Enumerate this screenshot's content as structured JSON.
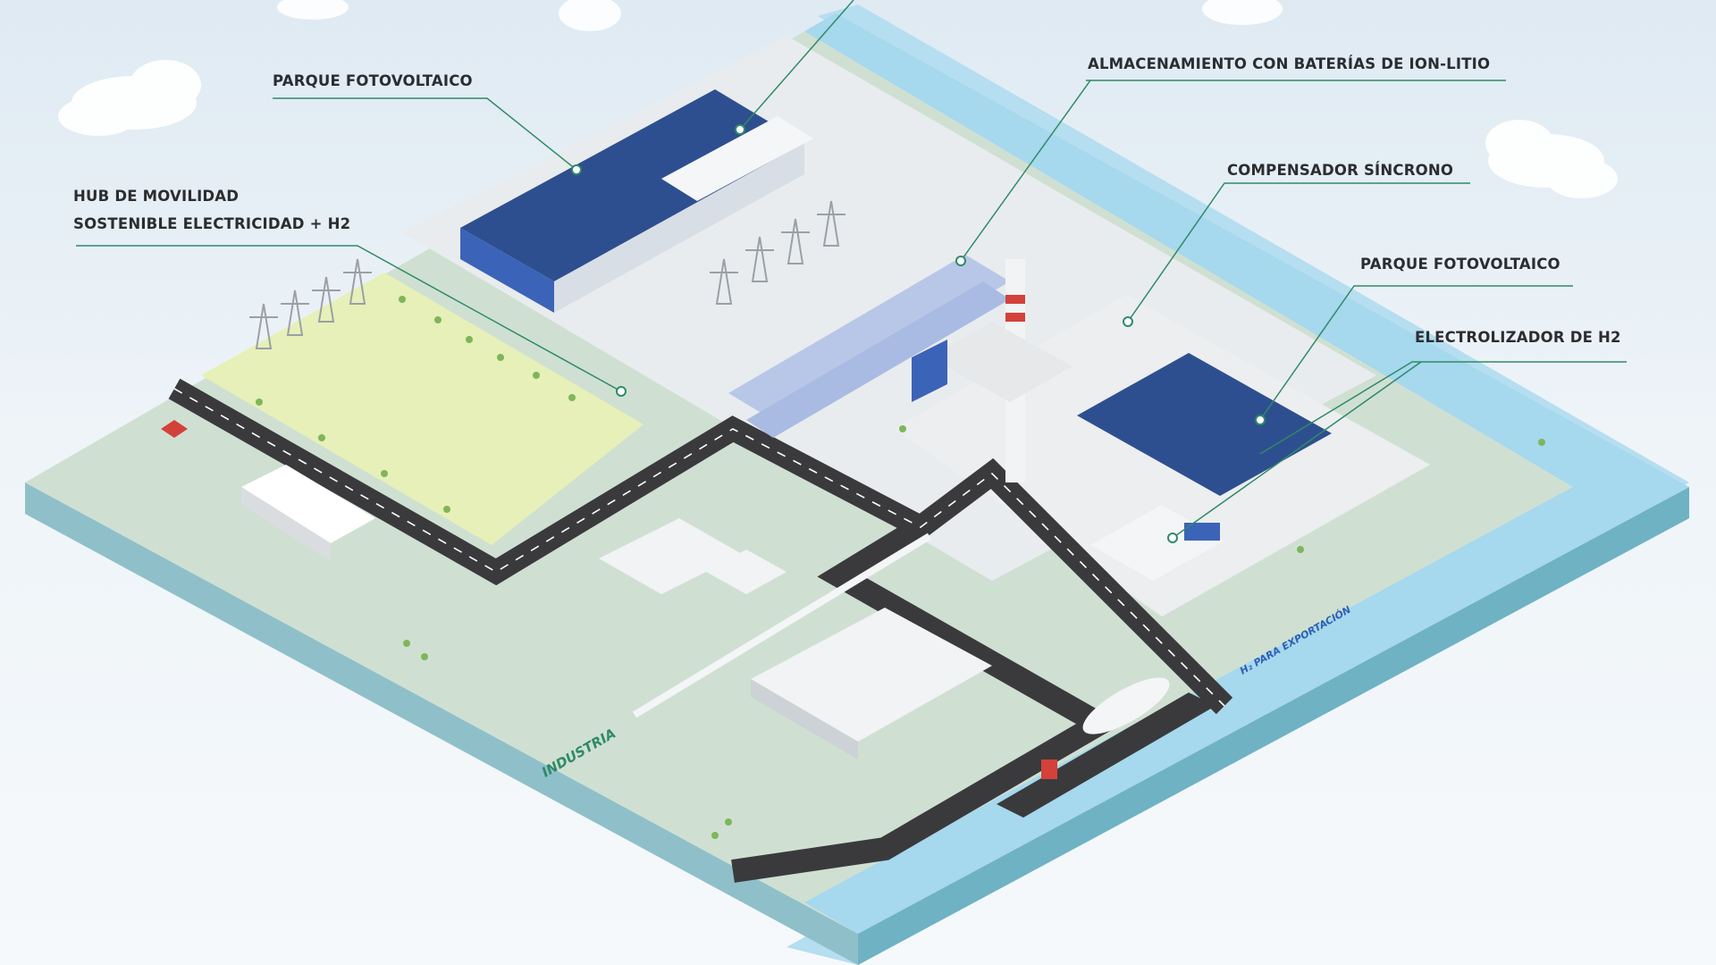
{
  "labels": [
    {
      "id": "pv1",
      "text": "PARQUE FOTOVOLTAICO"
    },
    {
      "id": "hub1",
      "text": "HUB DE MOVILIDAD"
    },
    {
      "id": "hub2",
      "text": "SOSTENIBLE  ELECTRICIDAD + H2"
    },
    {
      "id": "bat",
      "text": "ALMACENAMIENTO CON BATERÍAS DE ION-LITIO"
    },
    {
      "id": "comp",
      "text": "COMPENSADOR SÍNCRONO"
    },
    {
      "id": "pv2",
      "text": "PARQUE FOTOVOLTAICO"
    },
    {
      "id": "elec",
      "text": "ELECTROLIZADOR DE H2"
    }
  ],
  "zone_tags": {
    "industria": "INDUSTRIA",
    "export": "H₂ PARA EXPORTACIÓN"
  },
  "colors": {
    "ground": "#cfe0d2",
    "water": "#a9dcef",
    "road": "#3a3a3c",
    "field": "#e6f0b8",
    "panel": "#2e4f8f",
    "leader": "#2f8a66"
  }
}
